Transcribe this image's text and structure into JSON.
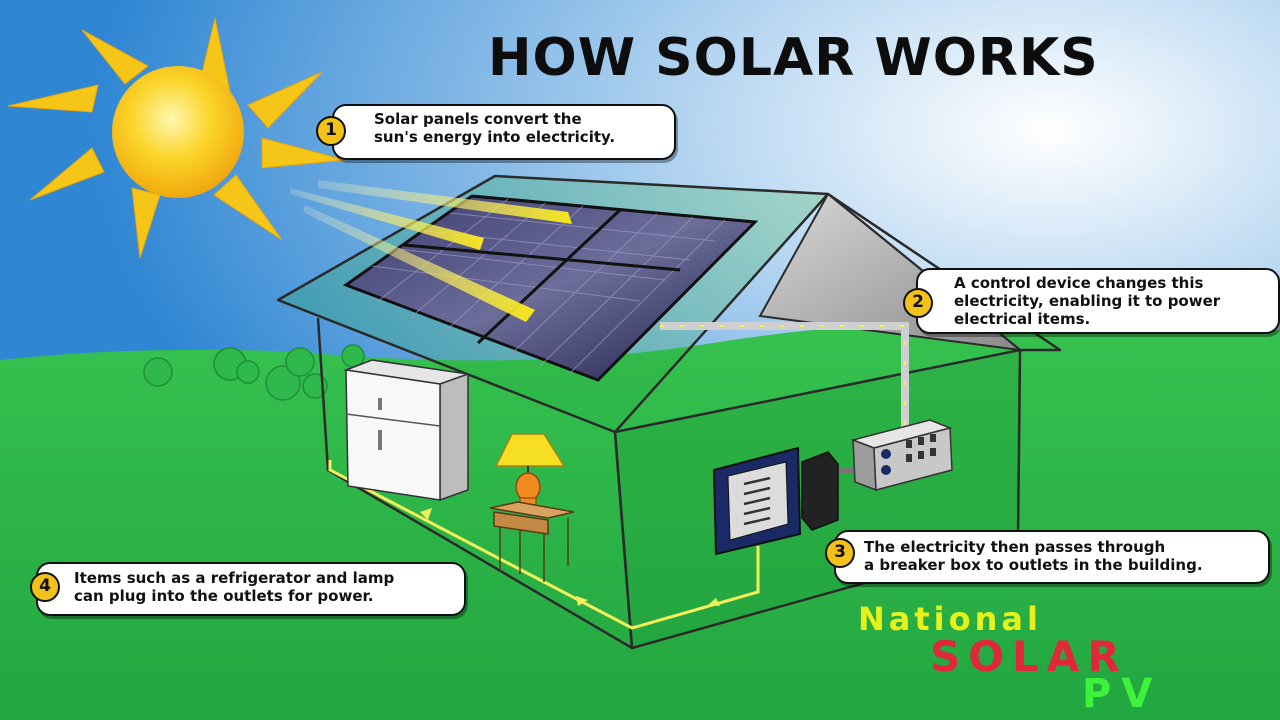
{
  "title": "HOW SOLAR WORKS",
  "steps": [
    {
      "number": "1",
      "line1": "Solar panels convert the",
      "line2": "sun's energy into electricity."
    },
    {
      "number": "2",
      "line1": "A control device changes this",
      "line2": "electricity, enabling it to power",
      "line3": "electrical items."
    },
    {
      "number": "3",
      "line1": "The electricity then passes through",
      "line2": "a breaker box to outlets in the building."
    },
    {
      "number": "4",
      "line1": "Items such as a refrigerator and lamp",
      "line2": "can plug into the outlets for power."
    }
  ],
  "logo": {
    "line1": "National",
    "line2": "SOLAR",
    "line3": "PV"
  },
  "colors": {
    "sky": "#3a8fd6",
    "grass": "#2bb54a",
    "sun": "#f5c518",
    "panel": "#2a2a55",
    "badge": "#f2c21a",
    "wire": "#f3f05a"
  }
}
